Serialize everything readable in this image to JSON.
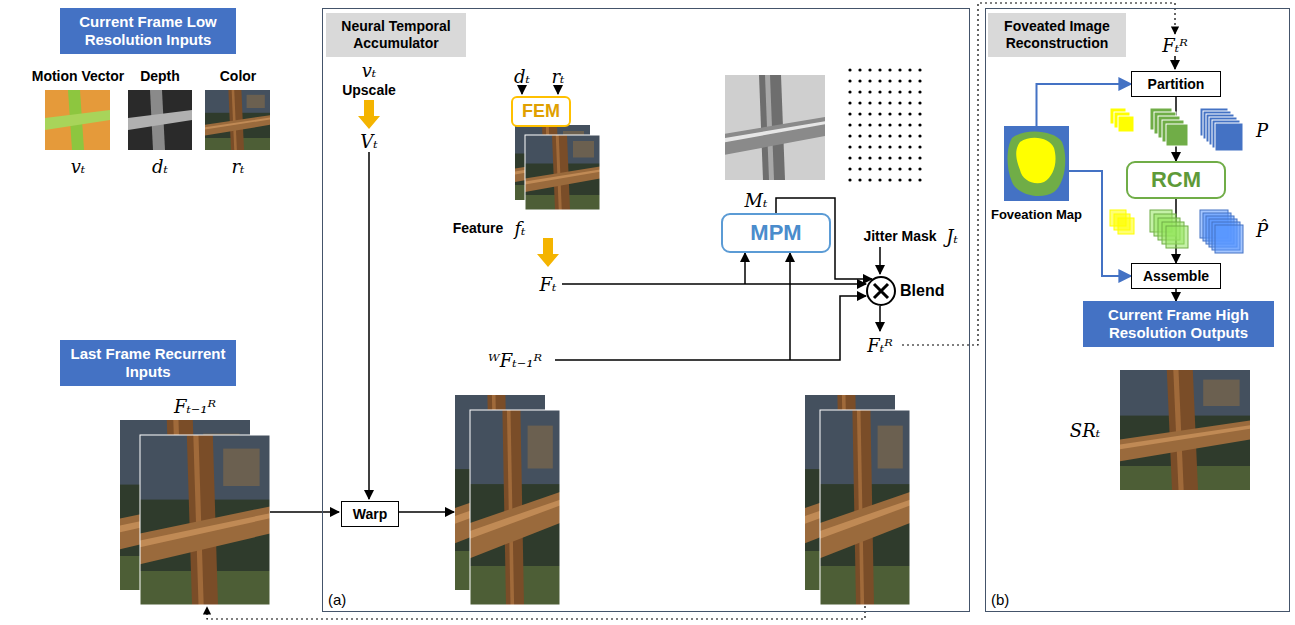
{
  "diagram": {
    "nodes": [
      {
        "text": [
          "Current Frame Low Resolution Inputs"
        ]
      },
      {
        "text": [
          "(a)"
        ]
      },
      {
        "text": [
          "Neural Temporal Accumulator"
        ],
        "in": 1
      },
      {
        "text": [
          "FEM"
        ],
        "in": 1
      },
      {
        "text": [
          "MPM"
        ],
        "in": 1
      },
      {
        "text": [
          "Blend"
        ],
        "in": 1
      },
      {
        "text": [
          "Warp"
        ],
        "in": 1
      },
      {
        "text": [
          "Last Frame Recurrent Inputs"
        ]
      },
      {
        "text": [
          "(b)"
        ]
      },
      {
        "text": [
          "Foveated Image Reconstruction"
        ],
        "in": 8
      },
      {
        "text": [
          "Partition"
        ],
        "in": 8
      },
      {
        "text": [
          "Foveation Map"
        ],
        "in": 8
      },
      {
        "text": [
          "RCM"
        ],
        "in": 8
      },
      {
        "text": [
          "Assemble"
        ],
        "in": 8
      },
      {
        "text": [
          "Current Frame High Resolution Outputs"
        ],
        "in": 8
      }
    ],
    "edges": [
      {
        "from": 4,
        "to": 5,
        "arrow": "to",
        "label": "Mₜ"
      },
      {
        "from": 11,
        "to": 10,
        "arrow": "to"
      },
      {
        "from": 10,
        "to": 12,
        "arrow": "to",
        "label": "P"
      },
      {
        "from": 12,
        "to": 13,
        "arrow": "to",
        "label": "P̂"
      },
      {
        "from": 11,
        "to": 13,
        "arrow": "to"
      },
      {
        "from": 13,
        "to": 14,
        "arrow": "to"
      }
    ],
    "labels": [
      "Motion Vector",
      "Depth",
      "Color",
      "vₜ",
      "dₜ",
      "rₜ",
      "vₜ",
      "Upscale",
      "Vₜ",
      "dₜ",
      "rₜ",
      "Feature",
      "fₜ",
      "Fₜ",
      "Jitter Mask",
      "Jₜ",
      "ᵂFₜ₋₁ᴿ",
      "Fₜᴿ",
      "Fₜ₋₁ᴿ",
      "Fₜᴿ",
      "SRₜ"
    ]
  }
}
